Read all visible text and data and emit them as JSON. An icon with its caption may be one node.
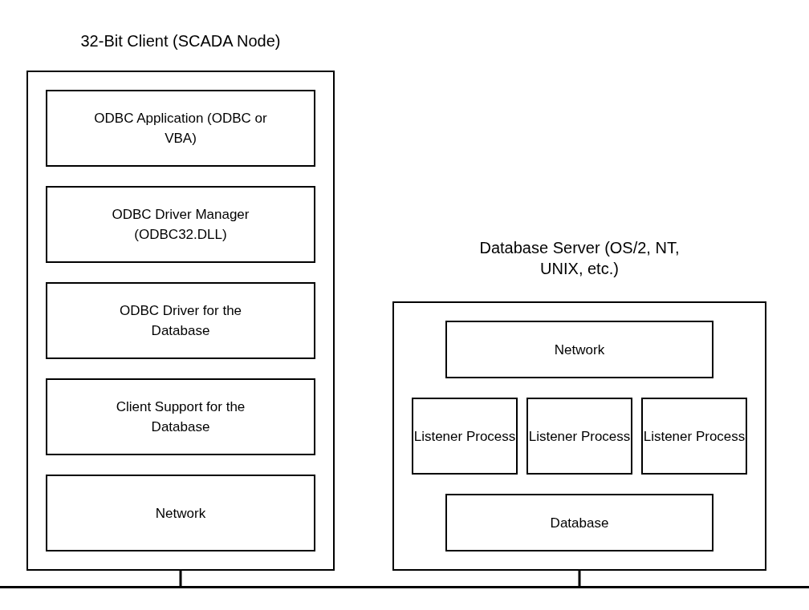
{
  "diagram": {
    "nodes": [
      {
        "text": [
          "32-Bit Client (SCADA Node)"
        ]
      },
      {
        "text": [
          "ODBC Application (ODBC or VBA)"
        ],
        "in": 0
      },
      {
        "text": [
          "ODBC Driver Manager (ODBC32.DLL)"
        ],
        "in": 0
      },
      {
        "text": [
          "ODBC Driver for the Database"
        ],
        "in": 0
      },
      {
        "text": [
          "Client Support for the Database"
        ],
        "in": 0
      },
      {
        "text": [
          "Network"
        ],
        "in": 0
      },
      {
        "text": [
          "Database Server (OS/2, NT, UNIX, etc.)"
        ]
      },
      {
        "text": [
          "Network"
        ],
        "in": 6
      },
      {
        "text": [
          "Listener Process"
        ],
        "in": 6
      },
      {
        "text": [
          "Listener Process"
        ],
        "in": 6
      },
      {
        "text": [
          "Listener Process"
        ],
        "in": 6
      },
      {
        "text": [
          "Database"
        ],
        "in": 6
      },
      {
        "text": [],
        "shape": "bar"
      }
    ],
    "edges": [
      {
        "from": 0,
        "to": 12,
        "arrow": "none"
      },
      {
        "from": 6,
        "to": 12,
        "arrow": "none"
      }
    ]
  }
}
